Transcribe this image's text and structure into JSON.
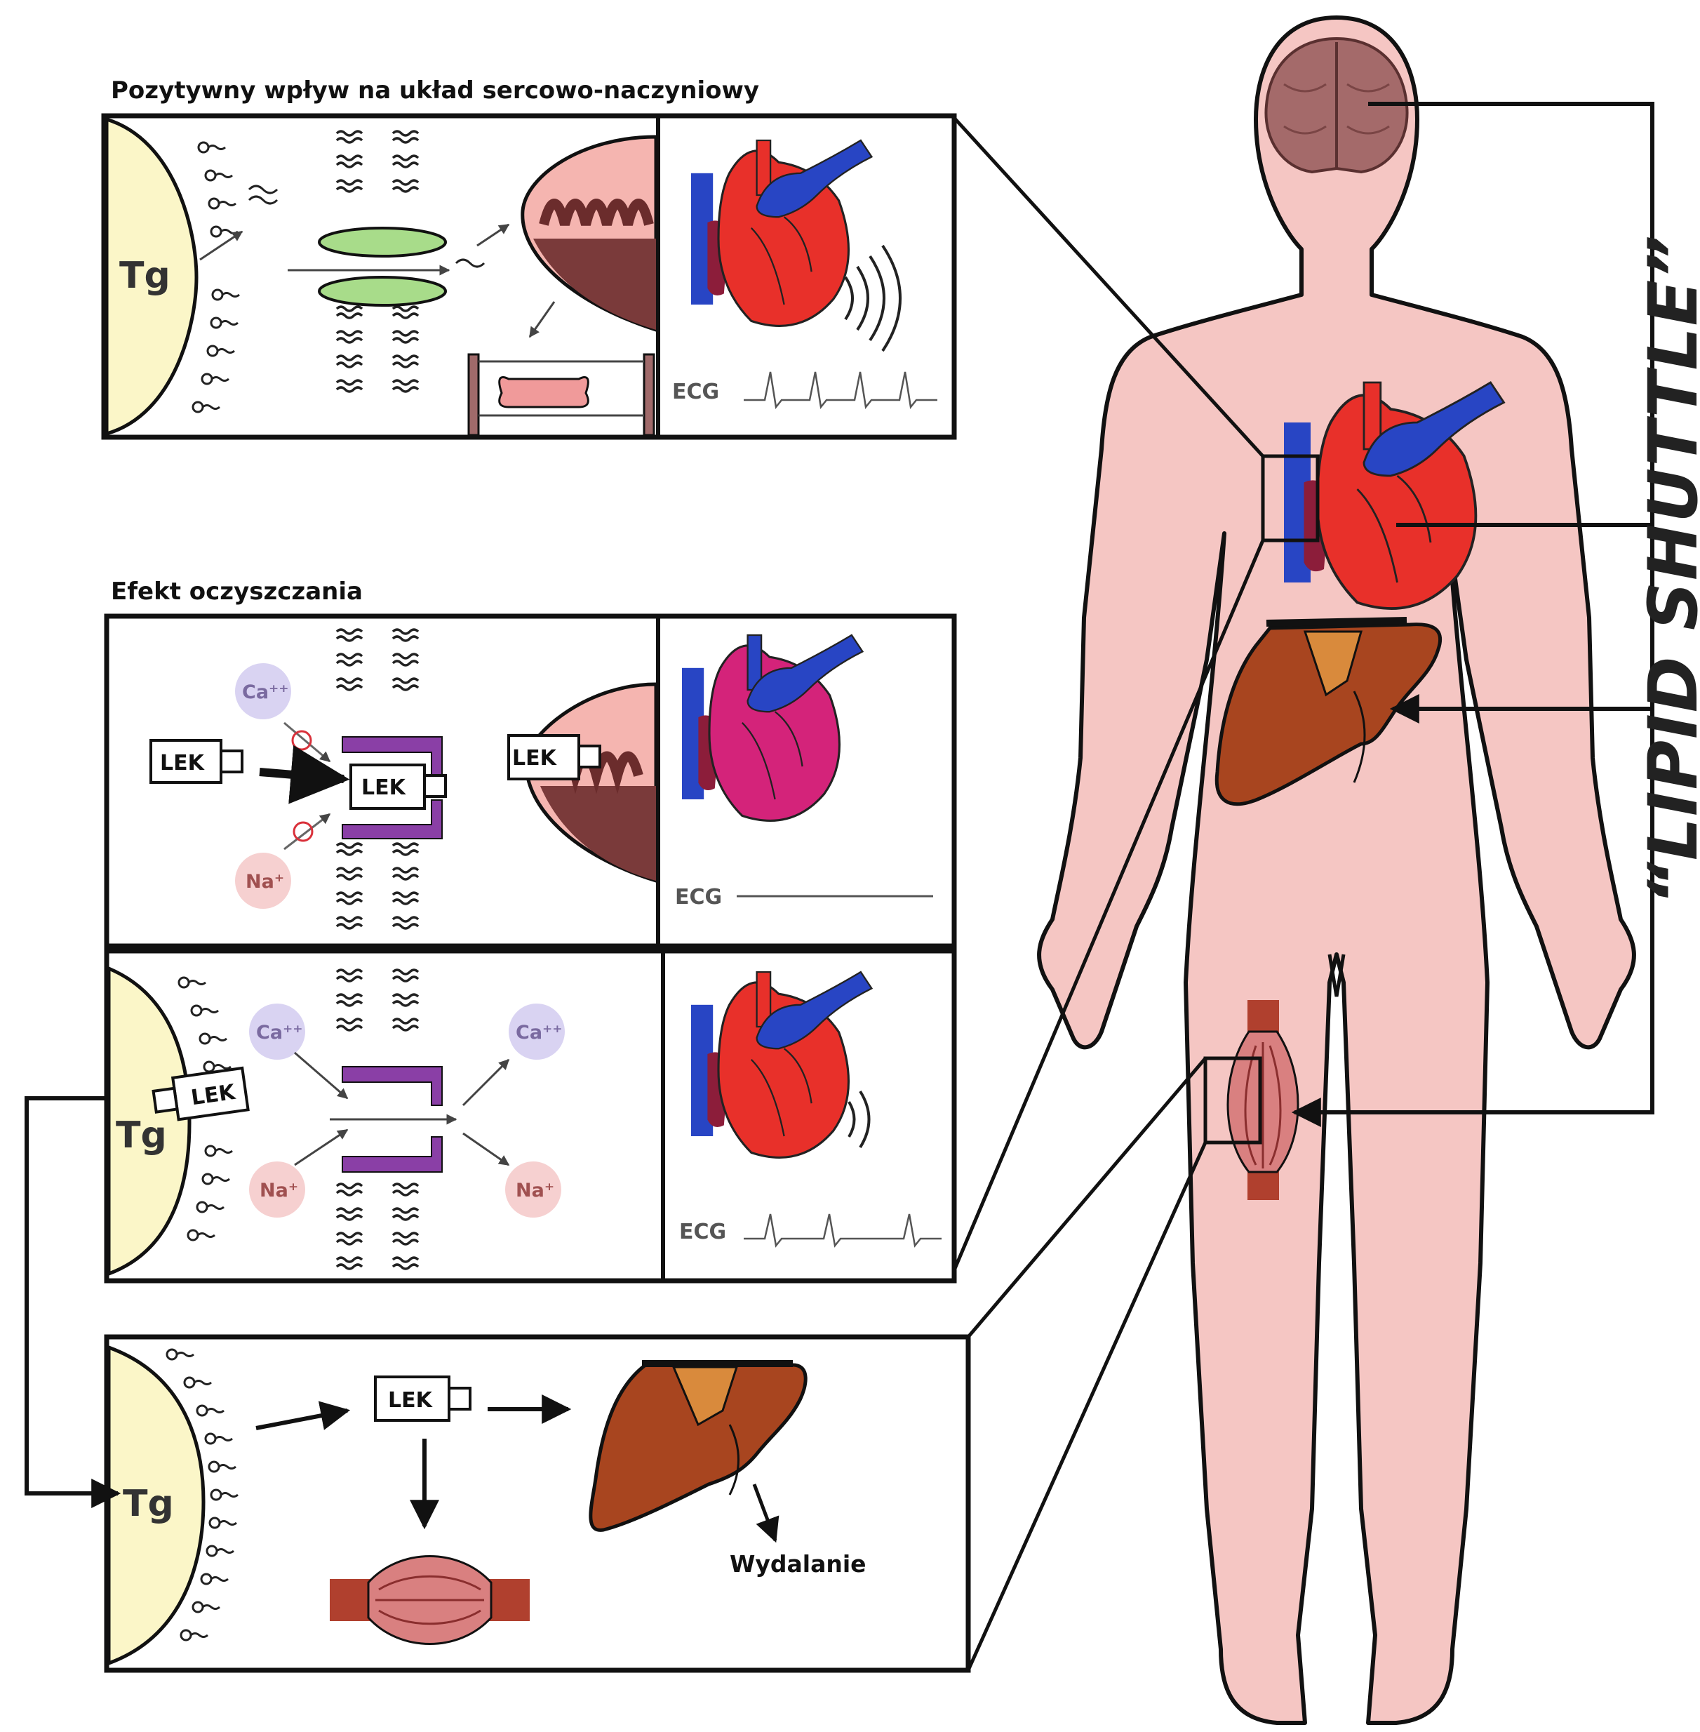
{
  "headings": {
    "cardio": "Pozytywny wpływ na układ sercowo-naczyniowy",
    "cleanup": "Efekt oczyszczania"
  },
  "labels": {
    "tg": "Tg",
    "drug": "LEK",
    "ecg": "ECG",
    "ca": "Ca⁺⁺",
    "na": "Na⁺",
    "excretion": "Wydalanie",
    "lipid_shuttle": "“LIPID SHUTTLE”"
  },
  "colors": {
    "body_skin": "#f5c6c3",
    "heart_red": "#e8302a",
    "heart_blue": "#2845c4",
    "heart_magenta": "#d4237a",
    "liver": "#a8451f",
    "gallbladder": "#d98a3c",
    "muscle": "#c45a57",
    "tg_droplet": "#fbf6c8",
    "channel_purple": "#8a3fa6",
    "channel_green": "#a8dc8a",
    "ca_bubble": "#d9d3f2",
    "na_bubble": "#f6d0d0",
    "brain": "#a46a6a"
  }
}
